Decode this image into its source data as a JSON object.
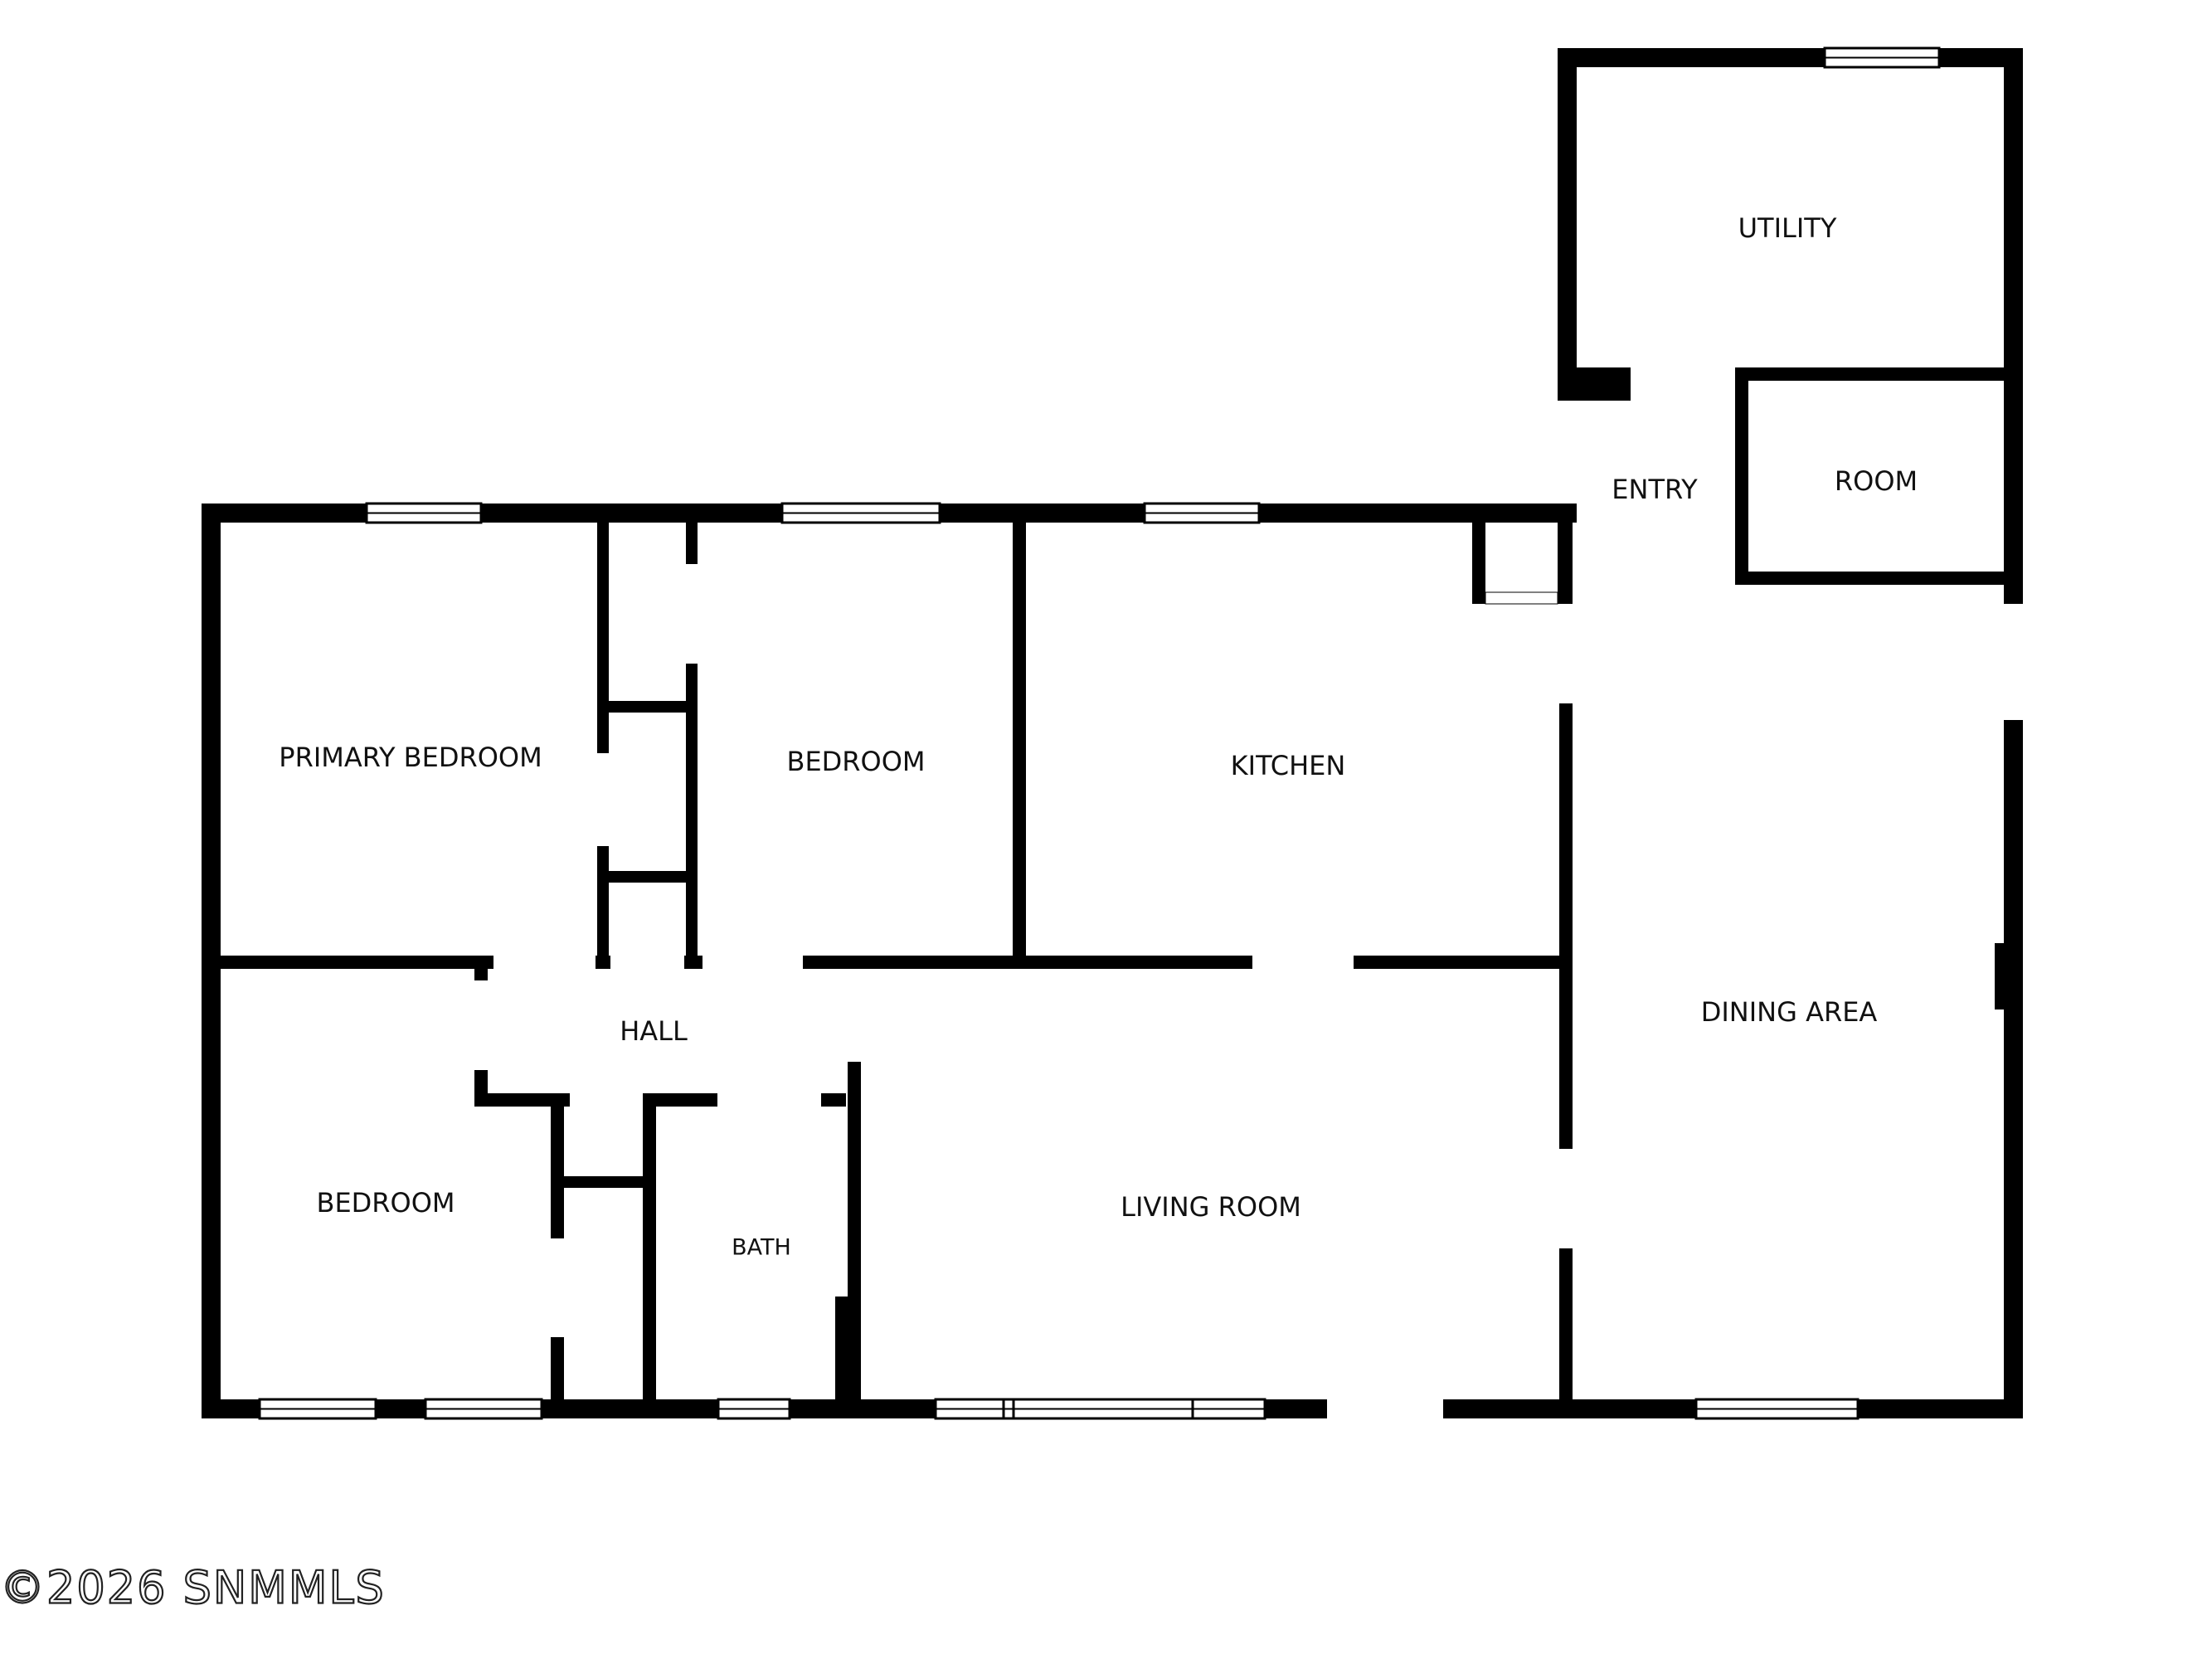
{
  "floor_plan": {
    "rooms": {
      "utility": "UTILITY",
      "entry": "ENTRY",
      "room": "ROOM",
      "primary_bedroom": "PRIMARY BEDROOM",
      "bedroom_north": "BEDROOM",
      "kitchen": "KITCHEN",
      "hall": "HALL",
      "dining_area": "DINING AREA",
      "bedroom_south": "BEDROOM",
      "bath": "BATH",
      "living_room": "LIVING ROOM"
    },
    "colors": {
      "wall": "#000000",
      "window_frame": "#000000",
      "window_glass": "#ffffff",
      "background": "#ffffff",
      "text": "#111111"
    }
  },
  "watermark": {
    "text": "©2026 SNMMLS"
  }
}
